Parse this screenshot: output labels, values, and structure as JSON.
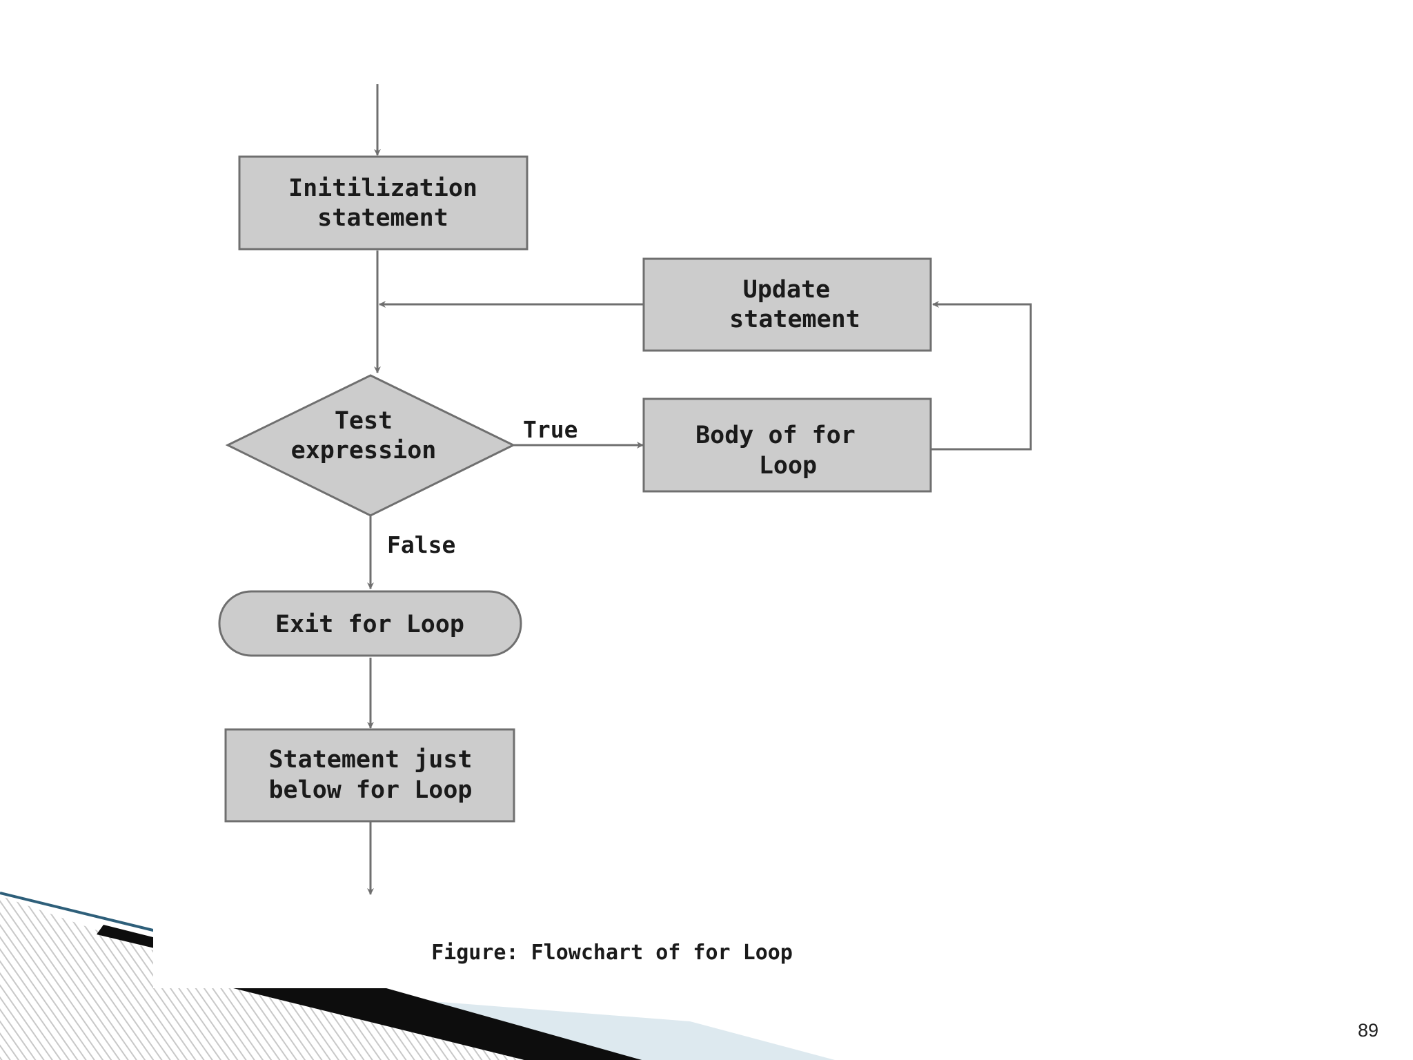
{
  "colors": {
    "box_fill": "#cccccc",
    "box_stroke": "#6f6f6f",
    "arrow": "#6f6f6f",
    "text": "#1a1a1a",
    "swoosh_dark": "#0d0d0d",
    "swoosh_teal": "#2e5f7a",
    "swoosh_light": "#dde9ef",
    "hatch": "#c8c8c8"
  },
  "nodes": {
    "init": {
      "line1": "Initilization",
      "line2": "statement"
    },
    "update": {
      "line1": "Update",
      "line2": "statement"
    },
    "test": {
      "line1": "Test",
      "line2": "expression"
    },
    "body": {
      "line1": "Body of for",
      "line2": "Loop"
    },
    "exit": {
      "label": "Exit for Loop"
    },
    "below": {
      "line1": "Statement just",
      "line2": "below for Loop"
    }
  },
  "edges": {
    "true_label": "True",
    "false_label": "False"
  },
  "caption": "Figure: Flowchart of for Loop",
  "slide_number": "89"
}
